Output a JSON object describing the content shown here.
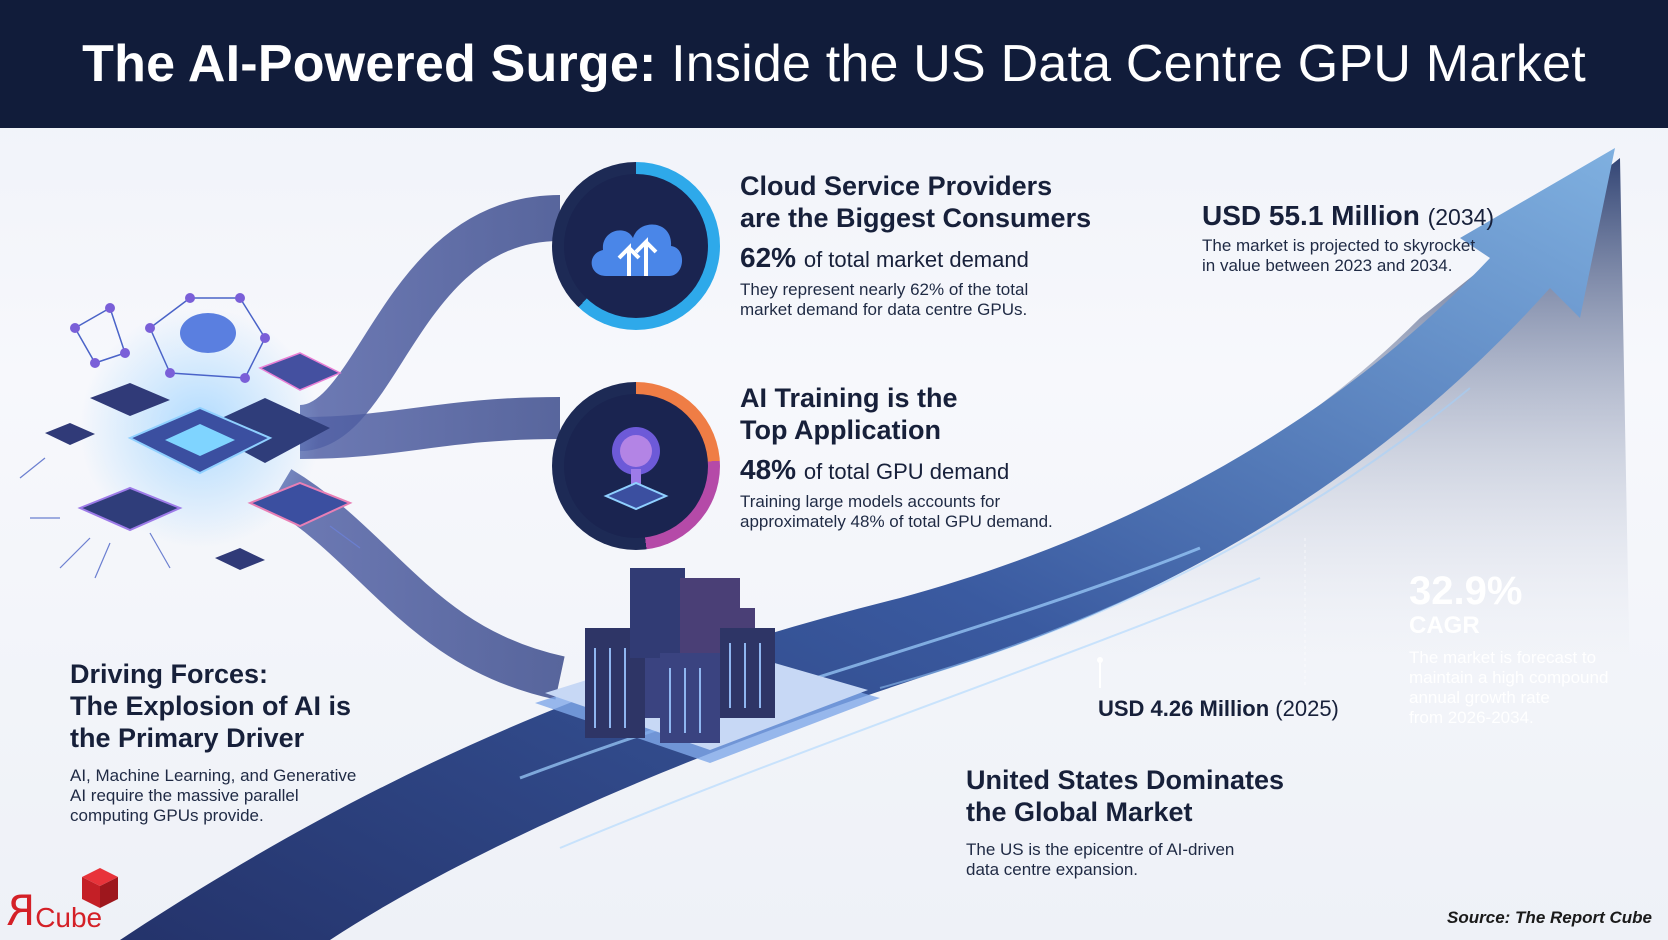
{
  "header": {
    "title_bold": "The AI-Powered Surge:",
    "title_rest": "Inside the US Data Centre GPU Market"
  },
  "cloud": {
    "heading_line1": "Cloud Service Providers",
    "heading_line2": "are the Biggest Consumers",
    "stat": "62%",
    "stat_label": "of total market demand",
    "desc_line1": "They represent nearly 62% of the total",
    "desc_line2": "market demand for data centre GPUs."
  },
  "training": {
    "heading_line1": "AI Training is the",
    "heading_line2": "Top Application",
    "stat": "48%",
    "stat_label": "of total GPU demand",
    "desc_line1": "Training large models accounts for",
    "desc_line2": "approximately 48% of total GPU demand."
  },
  "forecast": {
    "value": "USD 55.1 Million",
    "year": "(2034)",
    "desc_line1": "The market is projected to skyrocket",
    "desc_line2": "in value between 2023 and 2034."
  },
  "cagr": {
    "value": "32.9%",
    "label": "CAGR",
    "desc_line1": "The market is forecast to",
    "desc_line2": "maintain a high compound",
    "desc_line3": "annual growth rate",
    "desc_line4": "from 2026-2034."
  },
  "base": {
    "value": "USD 4.26 Million",
    "year": "(2025)"
  },
  "drivers": {
    "heading_line1": "Driving Forces:",
    "heading_line2": "The Explosion of AI is",
    "heading_line3": "the Primary Driver",
    "desc_line1": "AI, Machine Learning, and Generative",
    "desc_line2": "AI require the massive parallel",
    "desc_line3": "computing GPUs provide."
  },
  "us": {
    "heading_line1": "United States Dominates",
    "heading_line2": "the Global Market",
    "desc_line1": "The US is the epicentre of AI-driven",
    "desc_line2": "data centre expansion."
  },
  "footer": {
    "source": "Source: The Report Cube",
    "logo_r": "R",
    "logo_cube": "Cube"
  },
  "icons": [
    "cloud-upload-icon",
    "brain-chip-icon",
    "ai-chip-network-icon",
    "server-racks-icon",
    "growth-arrow-icon",
    "report-cube-logo-icon"
  ],
  "colors": {
    "header_bg": "#111c3a",
    "ribbon": "#3d4f8f",
    "arrow": "#4f7fbd",
    "logo_red": "#d42027"
  }
}
